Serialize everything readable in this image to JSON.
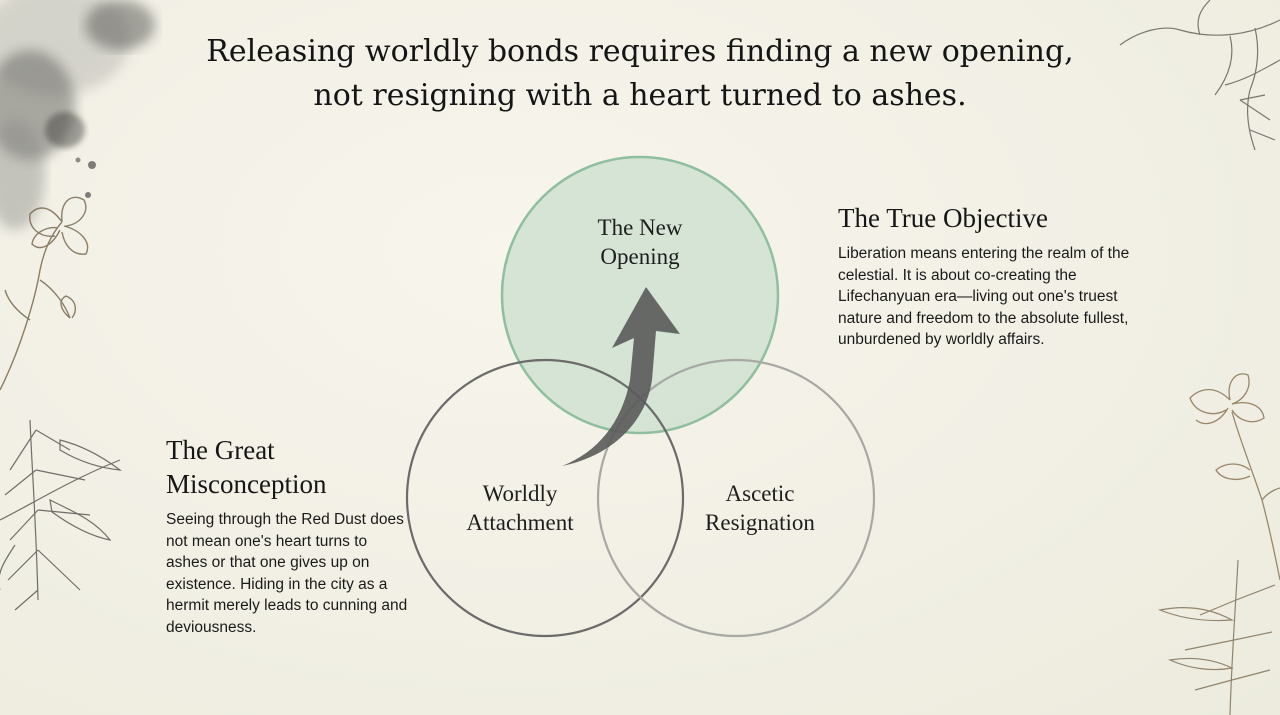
{
  "headline": {
    "line1": "Releasing worldly bonds requires finding a new opening,",
    "line2": "not resigning with a heart turned to ashes."
  },
  "diagram": {
    "circles": [
      {
        "id": "new-opening",
        "label_line1": "The New",
        "label_line2": "Opening",
        "fill": "#cfe1d0",
        "stroke": "#8fbf9f"
      },
      {
        "id": "worldly-attachment",
        "label_line1": "Worldly",
        "label_line2": "Attachment",
        "fill": "none",
        "stroke": "#6b6b6b"
      },
      {
        "id": "ascetic-resignation",
        "label_line1": "Ascetic",
        "label_line2": "Resignation",
        "fill": "none",
        "stroke": "#a8a8a4"
      }
    ],
    "arrow": {
      "from": "worldly-attachment",
      "to": "new-opening",
      "color": "#5a5a5a"
    }
  },
  "true_objective": {
    "title": "The True Objective",
    "body": "Liberation means entering the realm of the celestial. It is about co-creating the Lifechanyuan era—living out one's truest nature and freedom to the absolute fullest, unburdened by worldly affairs."
  },
  "misconception": {
    "title_line1": "The Great",
    "title_line2": "Misconception",
    "body": "Seeing through the Red Dust does not mean one's heart turns to ashes or that one gives up on existence. Hiding in the city as a hermit merely leads to cunning and deviousness."
  },
  "decorations": {
    "ink_wash": "ink-splash-icon",
    "plants": [
      "bamboo-icon",
      "blossom-branch-icon"
    ]
  }
}
